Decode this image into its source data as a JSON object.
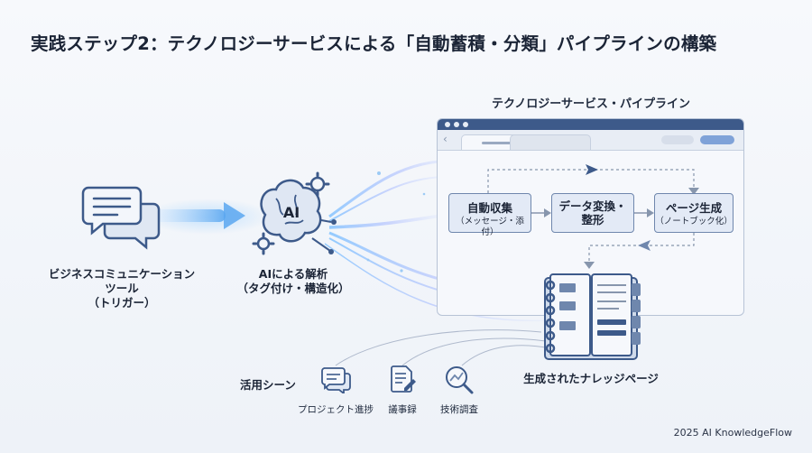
{
  "title": "実践ステップ2：テクノロジーサービスによる「自動蓄積・分類」パイプラインの構築",
  "pipeline_title": "テクノロジーサービス・パイプライン",
  "trigger": {
    "line1": "ビジネスコミュニケーション",
    "line2": "ツール",
    "line3": "（トリガー）"
  },
  "ai": {
    "badge": "AI",
    "line1": "AIによる解析",
    "line2": "（タグ付け・構造化）"
  },
  "steps": [
    {
      "title": "自動収集",
      "sub": "（メッセージ・添付）"
    },
    {
      "title": "データ変換・",
      "title2": "整形",
      "sub": ""
    },
    {
      "title": "ページ生成",
      "sub": "（ノートブック化）"
    }
  ],
  "output_label": "生成されたナレッジページ",
  "scenes": {
    "label": "活用シーン",
    "items": [
      "プロジェクト進捗",
      "議事録",
      "技術調査"
    ]
  },
  "footer": "2025 AI KnowledgeFlow",
  "colors": {
    "primary": "#3d5a8a",
    "accent": "#6f87ad",
    "flow": "#8fc4ff",
    "background": "#f3f6fb"
  }
}
